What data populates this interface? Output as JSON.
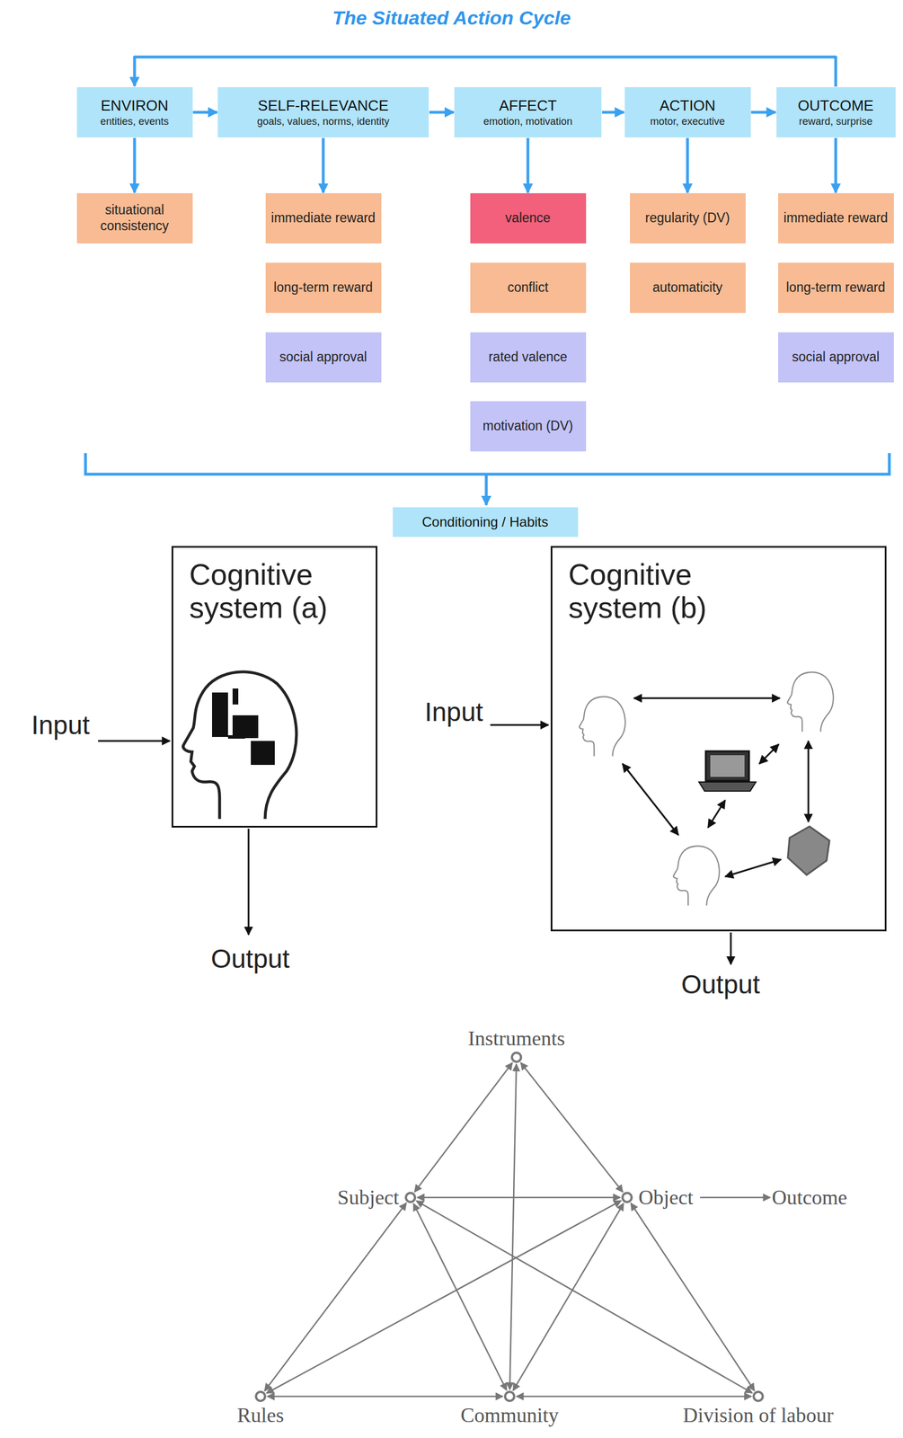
{
  "diagram": {
    "title": "The Situated Action Cycle",
    "nodes": [
      {
        "text": [
          "ENVIRON",
          "entities, events"
        ]
      },
      {
        "text": [
          "SELF-RELEVANCE",
          "goals, values, norms, identity"
        ]
      },
      {
        "text": [
          "AFFECT",
          "emotion, motivation"
        ]
      },
      {
        "text": [
          "ACTION",
          "motor, executive"
        ]
      },
      {
        "text": [
          "OUTCOME",
          "reward, surprise"
        ]
      },
      {
        "text": [
          "situational consistency"
        ]
      },
      {
        "text": [
          "immediate reward"
        ]
      },
      {
        "text": [
          "valence"
        ]
      },
      {
        "text": [
          "regularity (DV)"
        ]
      },
      {
        "text": [
          "immediate reward"
        ]
      },
      {
        "text": [
          "long-term reward"
        ]
      },
      {
        "text": [
          "conflict"
        ]
      },
      {
        "text": [
          "automaticity"
        ]
      },
      {
        "text": [
          "long-term reward"
        ]
      },
      {
        "text": [
          "social approval"
        ]
      },
      {
        "text": [
          "rated valence"
        ]
      },
      {
        "text": [
          "social approval"
        ]
      },
      {
        "text": [
          "motivation (DV)"
        ]
      },
      {
        "text": [
          "Conditioning / Habits"
        ]
      },
      {
        "text": [
          "Cognitive system (a)"
        ]
      },
      {
        "text": [
          "Cognitive system (b)"
        ]
      },
      {
        "text": [
          "Instruments"
        ]
      },
      {
        "text": [
          "Subject"
        ]
      },
      {
        "text": [
          "Object"
        ]
      },
      {
        "text": [
          "Outcome"
        ]
      },
      {
        "text": [
          "Rules"
        ]
      },
      {
        "text": [
          "Community"
        ]
      },
      {
        "text": [
          "Division of labour"
        ]
      }
    ],
    "edges": [
      {
        "from": 0,
        "to": 1,
        "arrow": "to"
      },
      {
        "from": 1,
        "to": 2,
        "arrow": "to"
      },
      {
        "from": 2,
        "to": 3,
        "arrow": "to"
      },
      {
        "from": 3,
        "to": 4,
        "arrow": "to"
      },
      {
        "from": 4,
        "to": 0,
        "arrow": "to"
      },
      {
        "from": 0,
        "to": 5,
        "arrow": "to"
      },
      {
        "from": 1,
        "to": 6,
        "arrow": "to"
      },
      {
        "from": 2,
        "to": 7,
        "arrow": "to"
      },
      {
        "from": 3,
        "to": 8,
        "arrow": "to"
      },
      {
        "from": 4,
        "to": 9,
        "arrow": "to"
      },
      {
        "from": 21,
        "to": 22,
        "arrow": "both"
      },
      {
        "from": 21,
        "to": 23,
        "arrow": "both"
      },
      {
        "from": 26,
        "to": 21,
        "arrow": "both"
      },
      {
        "from": 22,
        "to": 23,
        "arrow": "both"
      },
      {
        "from": 22,
        "to": 25,
        "arrow": "both"
      },
      {
        "from": 22,
        "to": 26,
        "arrow": "both"
      },
      {
        "from": 22,
        "to": 27,
        "arrow": "both"
      },
      {
        "from": 23,
        "to": 25,
        "arrow": "both"
      },
      {
        "from": 23,
        "to": 26,
        "arrow": "both"
      },
      {
        "from": 23,
        "to": 27,
        "arrow": "both"
      },
      {
        "from": 25,
        "to": 26,
        "arrow": "both"
      },
      {
        "from": 26,
        "to": 27,
        "arrow": "both"
      },
      {
        "from": 23,
        "to": 24,
        "arrow": "to"
      }
    ],
    "labels": [
      "Input",
      "Output",
      "Input",
      "Output"
    ]
  }
}
